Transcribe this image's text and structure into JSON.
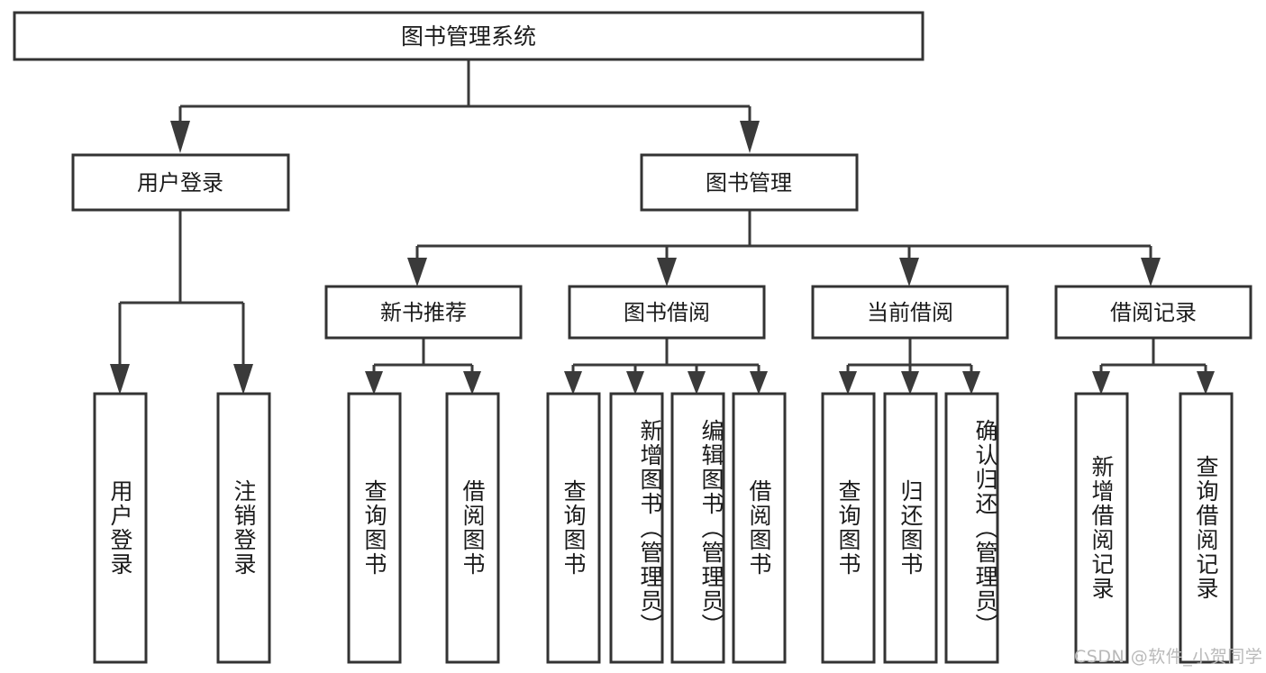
{
  "diagram": {
    "title": "图书管理系统",
    "type": "tree-hierarchy",
    "watermark": "CSDN @软件_小贺同学",
    "colors": {
      "background": "#ffffff",
      "box_stroke": "#333333",
      "box_fill": "#ffffff",
      "connector": "#3a3a3a",
      "text": "#1b1b1b",
      "watermark": "#b9b9b9"
    },
    "root": {
      "label": "图书管理系统",
      "orientation": "horizontal"
    },
    "level2": [
      {
        "label": "用户登录",
        "orientation": "horizontal"
      },
      {
        "label": "图书管理",
        "orientation": "horizontal"
      }
    ],
    "level3": [
      {
        "label": "新书推荐",
        "orientation": "horizontal"
      },
      {
        "label": "图书借阅",
        "orientation": "horizontal"
      },
      {
        "label": "当前借阅",
        "orientation": "horizontal"
      },
      {
        "label": "借阅记录",
        "orientation": "horizontal"
      }
    ],
    "leaves": [
      {
        "label": "用户登录",
        "parent": "用户登录",
        "orientation": "vertical"
      },
      {
        "label": "注销登录",
        "parent": "用户登录",
        "orientation": "vertical"
      },
      {
        "label": "查询图书",
        "parent": "新书推荐",
        "orientation": "vertical"
      },
      {
        "label": "借阅图书",
        "parent": "新书推荐",
        "orientation": "vertical"
      },
      {
        "label": "查询图书",
        "parent": "图书借阅",
        "orientation": "vertical"
      },
      {
        "label": "新增图书（管理员）",
        "parent": "图书借阅",
        "orientation": "vertical"
      },
      {
        "label": "编辑图书（管理员）",
        "parent": "图书借阅",
        "orientation": "vertical"
      },
      {
        "label": "借阅图书",
        "parent": "图书借阅",
        "orientation": "vertical"
      },
      {
        "label": "查询图书",
        "parent": "当前借阅",
        "orientation": "vertical"
      },
      {
        "label": "归还图书",
        "parent": "当前借阅",
        "orientation": "vertical"
      },
      {
        "label": "确认归还（管理员）",
        "parent": "当前借阅",
        "orientation": "vertical"
      },
      {
        "label": "新增借阅记录",
        "parent": "借阅记录",
        "orientation": "vertical"
      },
      {
        "label": "查询借阅记录",
        "parent": "借阅记录",
        "orientation": "vertical"
      }
    ]
  }
}
